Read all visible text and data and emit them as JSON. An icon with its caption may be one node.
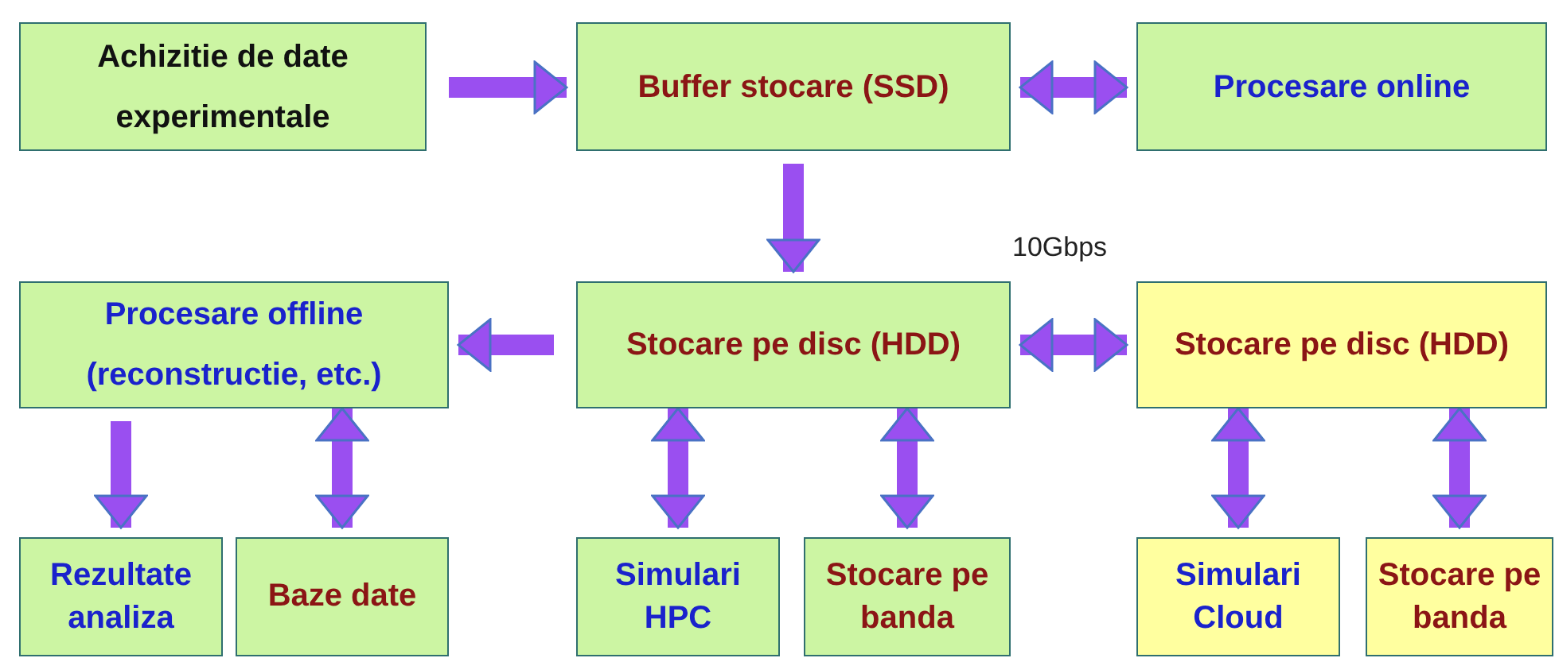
{
  "diagram": {
    "nodes": [
      {
        "text": [
          "Achizitie de date experimentale"
        ]
      },
      {
        "text": [
          "Buffer stocare (SSD)"
        ]
      },
      {
        "text": [
          "Procesare online"
        ]
      },
      {
        "text": [
          "Procesare offline (reconstructie, etc.)"
        ]
      },
      {
        "text": [
          "Stocare pe disc (HDD)"
        ]
      },
      {
        "text": [
          "Stocare pe disc (HDD)"
        ]
      },
      {
        "text": [
          "Rezultate analiza"
        ]
      },
      {
        "text": [
          "Baze date"
        ]
      },
      {
        "text": [
          "Simulari HPC"
        ]
      },
      {
        "text": [
          "Stocare pe banda"
        ]
      },
      {
        "text": [
          "Simulari Cloud"
        ]
      },
      {
        "text": [
          "Stocare pe banda"
        ]
      }
    ],
    "edges": [
      {
        "from": 0,
        "to": 1,
        "arrow": "to"
      },
      {
        "from": 1,
        "to": 2,
        "arrow": "both"
      },
      {
        "from": 1,
        "to": 4,
        "arrow": "to"
      },
      {
        "from": 4,
        "to": 3,
        "arrow": "to"
      },
      {
        "from": 4,
        "to": 5,
        "arrow": "both",
        "label": "10Gbps"
      },
      {
        "from": 3,
        "to": 6,
        "arrow": "to"
      },
      {
        "from": 3,
        "to": 7,
        "arrow": "both"
      },
      {
        "from": 4,
        "to": 8,
        "arrow": "both"
      },
      {
        "from": 4,
        "to": 9,
        "arrow": "both"
      },
      {
        "from": 5,
        "to": 10,
        "arrow": "both"
      },
      {
        "from": 5,
        "to": 11,
        "arrow": "both"
      }
    ]
  }
}
